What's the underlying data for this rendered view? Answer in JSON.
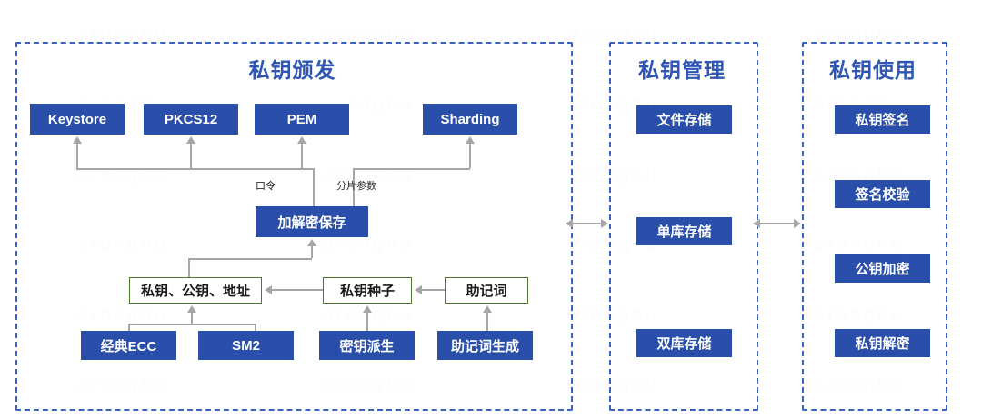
{
  "diagram": {
    "title_bar": "",
    "background_watermark": "aronghu",
    "colors": {
      "node_blue": "#2a4fab",
      "node_blue_text": "#ffffff",
      "node_green_border": "#4a7a2e",
      "node_green_text": "#1a1a1a",
      "panel_border": "#3a61c4",
      "panel_title": "#2f55b5",
      "connector": "#a6a6a6",
      "page_background": "#ffffff"
    }
  },
  "panels": [
    {
      "id": "issuance",
      "title": "私钥颁发",
      "nodes": {
        "output_formats": [
          {
            "label": "Keystore",
            "style": "blue"
          },
          {
            "label": "PKCS12",
            "style": "blue"
          },
          {
            "label": "PEM",
            "style": "blue"
          },
          {
            "label": "Sharding",
            "style": "blue"
          }
        ],
        "crypto_store": {
          "label": "加解密保存",
          "style": "blue"
        },
        "material": [
          {
            "label": "私钥、公钥、地址",
            "style": "green"
          },
          {
            "label": "私钥种子",
            "style": "green"
          },
          {
            "label": "助记词",
            "style": "green"
          }
        ],
        "generators": [
          {
            "label": "经典ECC",
            "style": "blue"
          },
          {
            "label": "SM2",
            "style": "blue"
          },
          {
            "label": "密钥派生",
            "style": "blue"
          },
          {
            "label": "助记词生成",
            "style": "blue"
          }
        ]
      },
      "edge_labels": [
        {
          "id": "passphrase",
          "text": "口令"
        },
        {
          "id": "shard-params",
          "text": "分片参数"
        }
      ]
    },
    {
      "id": "management",
      "title": "私钥管理",
      "nodes": {
        "storage": [
          {
            "label": "文件存储",
            "style": "blue"
          },
          {
            "label": "单库存储",
            "style": "blue"
          },
          {
            "label": "双库存储",
            "style": "blue"
          }
        ]
      }
    },
    {
      "id": "usage",
      "title": "私钥使用",
      "nodes": {
        "operations": [
          {
            "label": "私钥签名",
            "style": "blue"
          },
          {
            "label": "签名校验",
            "style": "blue"
          },
          {
            "label": "公钥加密",
            "style": "blue"
          },
          {
            "label": "私钥解密",
            "style": "blue"
          }
        ]
      }
    }
  ],
  "inter_panel_links": [
    {
      "id": "issuance-management",
      "direction": "bidirectional"
    },
    {
      "id": "management-usage",
      "direction": "bidirectional"
    }
  ]
}
